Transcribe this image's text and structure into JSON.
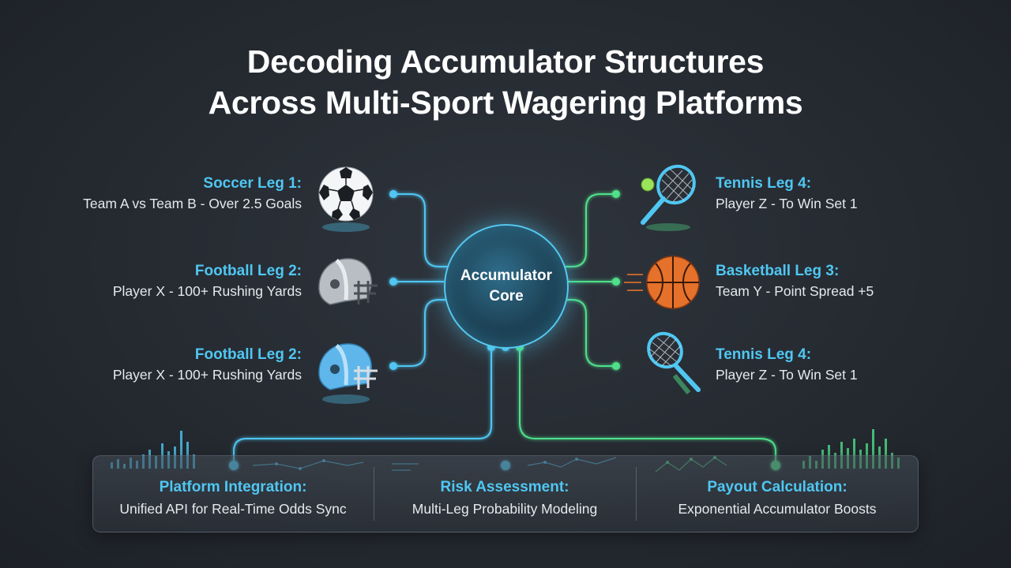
{
  "title": {
    "line1": "Decoding Accumulator Structures",
    "line2": "Across Multi-Sport Wagering Platforms"
  },
  "core": {
    "label": "Accumulator Core"
  },
  "legs": {
    "left": [
      {
        "title": "Soccer Leg 1:",
        "detail": "Team A vs Team B - Over 2.5 Goals",
        "icon": "soccer-ball-icon"
      },
      {
        "title": "Football Leg 2:",
        "detail": "Player X - 100+ Rushing Yards",
        "icon": "football-helmet-icon"
      },
      {
        "title": "Football Leg 2:",
        "detail": "Player X - 100+ Rushing Yards",
        "icon": "football-helmet-icon"
      }
    ],
    "right": [
      {
        "title": "Tennis Leg 4:",
        "detail": "Player Z - To Win Set 1",
        "icon": "tennis-racket-icon"
      },
      {
        "title": "Basketball Leg 3:",
        "detail": "Team Y - Point Spread +5",
        "icon": "basketball-icon"
      },
      {
        "title": "Tennis Leg 4:",
        "detail": "Player Z - To Win Set 1",
        "icon": "tennis-racket-icon"
      }
    ]
  },
  "panel": {
    "sections": [
      {
        "title": "Platform Integration:",
        "detail": "Unified API for Real-Time Odds Sync"
      },
      {
        "title": "Risk Assessment:",
        "detail": "Multi-Leg Probability Modeling"
      },
      {
        "title": "Payout Calculation:",
        "detail": "Exponential Accumulator Boosts"
      }
    ]
  },
  "colors": {
    "accent_cyan": "#4fc7f2",
    "accent_green": "#4fe08a",
    "background": "#262b32"
  }
}
